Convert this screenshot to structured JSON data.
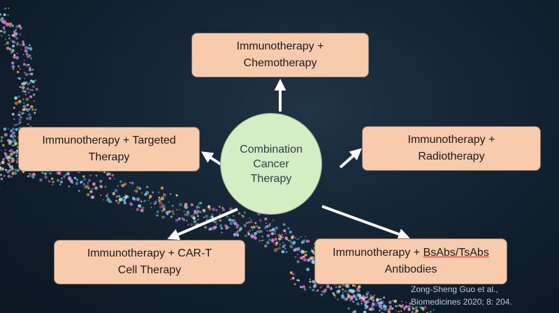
{
  "center": {
    "lines": [
      "Combination",
      "Cancer",
      "Therapy"
    ]
  },
  "boxes": {
    "chemo": {
      "line1": "Immunotherapy +",
      "line2": "Chemotherapy"
    },
    "targeted": {
      "line1": "Immunotherapy + Targeted",
      "line2": "Therapy"
    },
    "radio": {
      "line1": "Immunotherapy +",
      "line2": "Radiotherapy"
    },
    "cart": {
      "line1": "Immunotherapy + CAR-T",
      "line2": "Cell Therapy"
    },
    "bsabs": {
      "prefix": "Immunotherapy + ",
      "underlined": "BsAbs/TsAbs",
      "line2": "Antibodies"
    }
  },
  "citation": {
    "line1": "Zong-Sheng Guo et al.,",
    "line2": "Biomedicines 2020; 8: 204."
  },
  "colors": {
    "box_fill": "#f8cbad",
    "center_fill": "#d6ecc2",
    "arrow": "#ffffff",
    "background": "#132433"
  }
}
